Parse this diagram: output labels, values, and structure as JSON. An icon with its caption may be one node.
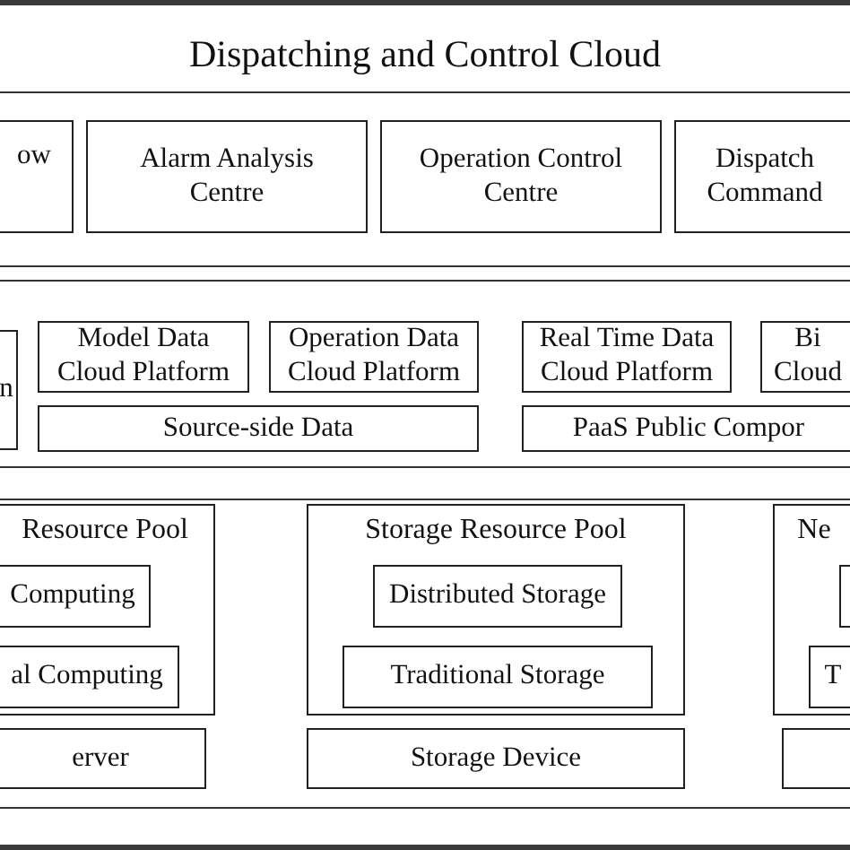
{
  "diagram": {
    "nodes": [
      {
        "text": [
          "Dispatching and Control Cloud"
        ]
      },
      {
        "text": [],
        "shape": "box",
        "in": 0
      },
      {
        "text": [
          "ow"
        ],
        "in": 1
      },
      {
        "text": [
          "Alarm Analysis Centre"
        ],
        "in": 1
      },
      {
        "text": [
          "Operation Control Centre"
        ],
        "in": 1
      },
      {
        "text": [
          "Dispatch Command"
        ],
        "in": 1
      },
      {
        "text": [],
        "shape": "box",
        "in": 0
      },
      {
        "text": [
          "n"
        ],
        "in": 6
      },
      {
        "text": [
          "Model Data Cloud Platform"
        ],
        "in": 6
      },
      {
        "text": [
          "Operation Data Cloud Platform"
        ],
        "in": 6
      },
      {
        "text": [
          "Source-side Data"
        ],
        "in": 6
      },
      {
        "text": [
          "Real Time Data Cloud Platform"
        ],
        "in": 6
      },
      {
        "text": [
          "Bi Cloud"
        ],
        "in": 6
      },
      {
        "text": [
          "PaaS Public Compor"
        ],
        "in": 6
      },
      {
        "text": [],
        "shape": "box",
        "in": 0
      },
      {
        "text": [
          "Resource Pool"
        ],
        "in": 14
      },
      {
        "text": [
          "Computing"
        ],
        "in": 15
      },
      {
        "text": [
          "al Computing"
        ],
        "in": 15
      },
      {
        "text": [
          "erver"
        ],
        "in": 14
      },
      {
        "text": [
          "Storage Resource Pool"
        ],
        "in": 14
      },
      {
        "text": [
          "Distributed Storage"
        ],
        "in": 19
      },
      {
        "text": [
          "Traditional Storage"
        ],
        "in": 19
      },
      {
        "text": [
          "Storage Device"
        ],
        "in": 14
      },
      {
        "text": [
          "Ne"
        ],
        "in": 14
      },
      {
        "text": [],
        "shape": "box",
        "in": 23
      },
      {
        "text": [
          "T"
        ],
        "in": 23
      },
      {
        "text": [],
        "shape": "box",
        "in": 14
      }
    ]
  }
}
